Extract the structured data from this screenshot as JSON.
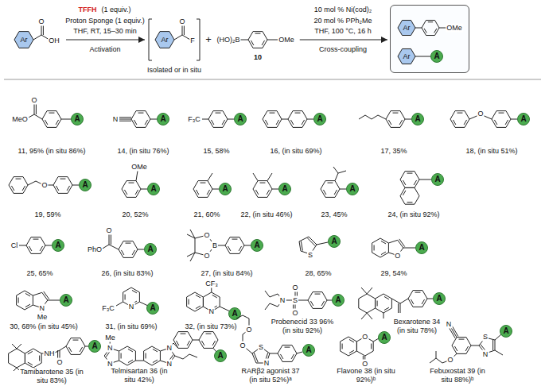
{
  "diagram": {
    "nodes": [
      {
        "text": [
          "Ar",
          "O",
          "OH"
        ]
      },
      {
        "text": [
          "Ar",
          "O",
          "F",
          "Isolated or in situ"
        ]
      },
      {
        "text": [
          "(HO)₂B",
          "OMe",
          "10"
        ]
      },
      {
        "text": [
          "Ar",
          "OMe",
          "Ar"
        ]
      },
      {
        "text": [
          "A"
        ],
        "in": 3
      },
      {
        "text": [
          "MeO",
          "O",
          "11, 95% (in situ 86%)"
        ]
      },
      {
        "text": [
          "A"
        ],
        "in": 5
      },
      {
        "text": [
          "N",
          "14, (in situ 76%)"
        ]
      },
      {
        "text": [
          "A"
        ],
        "in": 7
      },
      {
        "text": [
          "F₃C",
          "15, 58%"
        ]
      },
      {
        "text": [
          "A"
        ],
        "in": 9
      },
      {
        "text": [
          "16, (in situ 69%)"
        ]
      },
      {
        "text": [
          "A"
        ],
        "in": 11
      },
      {
        "text": [
          "17, 35%"
        ]
      },
      {
        "text": [
          "A"
        ],
        "in": 13
      },
      {
        "text": [
          "O",
          "18, (in situ 51%)"
        ]
      },
      {
        "text": [
          "A"
        ],
        "in": 15
      },
      {
        "text": [
          "O",
          "19, 59%"
        ]
      },
      {
        "text": [
          "A"
        ],
        "in": 17
      },
      {
        "text": [
          "OMe",
          "20, 52%"
        ]
      },
      {
        "text": [
          "A"
        ],
        "in": 19
      },
      {
        "text": [
          "21, 60%"
        ]
      },
      {
        "text": [
          "A"
        ],
        "in": 21
      },
      {
        "text": [
          "22, (in situ 46%)"
        ]
      },
      {
        "text": [
          "A"
        ],
        "in": 23
      },
      {
        "text": [
          "23, 45%"
        ]
      },
      {
        "text": [
          "A"
        ],
        "in": 25
      },
      {
        "text": [
          "24, (in situ 92%)"
        ]
      },
      {
        "text": [
          "A"
        ],
        "in": 27
      },
      {
        "text": [
          "Cl",
          "25, 65%"
        ]
      },
      {
        "text": [
          "A"
        ],
        "in": 29
      },
      {
        "text": [
          "PhO",
          "O",
          "26, (in situ 83%)"
        ]
      },
      {
        "text": [
          "A"
        ],
        "in": 31
      },
      {
        "text": [
          "O",
          "B",
          "O",
          "27, (in situ 84%)"
        ]
      },
      {
        "text": [
          "A"
        ],
        "in": 33
      },
      {
        "text": [
          "S",
          "28, 65%"
        ]
      },
      {
        "text": [
          "A"
        ],
        "in": 35
      },
      {
        "text": [
          "O",
          "29, 54%"
        ]
      },
      {
        "text": [
          "A"
        ],
        "in": 37
      },
      {
        "text": [
          "N",
          "Me",
          "30, 68% (in situ 45%)"
        ]
      },
      {
        "text": [
          "A"
        ],
        "in": 39
      },
      {
        "text": [
          "F₃C",
          "N",
          "31, (in situ 69%)"
        ]
      },
      {
        "text": [
          "A"
        ],
        "in": 41
      },
      {
        "text": [
          "CF₃",
          "N",
          "32, (in situ 73%)"
        ]
      },
      {
        "text": [
          "A"
        ],
        "in": 43
      },
      {
        "text": [
          "N",
          "O",
          "S",
          "O",
          "Probenecid 33 96% (in situ 92%)"
        ]
      },
      {
        "text": [
          "A"
        ],
        "in": 45
      },
      {
        "text": [
          "Bexarotene 34 (in situ 78%)"
        ]
      },
      {
        "text": [
          "A"
        ],
        "in": 47
      },
      {
        "text": [
          "NH",
          "O",
          "Tamibarotene 35 (in situ 83%)"
        ]
      },
      {
        "text": [
          "A"
        ],
        "in": 49
      },
      {
        "text": [
          "Me",
          "N",
          "N",
          "N",
          "N",
          "Telmisartan 36 (in situ 42%)"
        ]
      },
      {
        "text": [
          "A"
        ],
        "in": 51
      },
      {
        "text": [
          "O",
          "O",
          "S",
          "N",
          "RARβ2 agonist 37 (in situ 52%)ᵃ"
        ]
      },
      {
        "text": [
          "A"
        ],
        "in": 53
      },
      {
        "text": [
          "O",
          "O",
          "Flavone 38 (in situ 92%)ᵇ"
        ]
      },
      {
        "text": [
          "A"
        ],
        "in": 55
      },
      {
        "text": [
          "N",
          "O",
          "S",
          "N",
          "Febuxostat 39 (in situ 88%)ᵇ"
        ]
      },
      {
        "text": [
          "A"
        ],
        "in": 57
      }
    ],
    "edges": [
      {
        "from": 0,
        "to": 1,
        "arrow": "to"
      },
      {
        "from": 2,
        "to": 3,
        "arrow": "to"
      }
    ],
    "labels": [
      "TFFH",
      "(1 equiv.)",
      "Proton Sponge (1 equiv.)",
      "THF, RT, 15–30 min",
      "Activation",
      "+",
      "10 mol % Ni(cod)₂",
      "20 mol % PPh₂Me",
      "THF, 100 °C, 16 h",
      "Cross-coupling"
    ]
  }
}
